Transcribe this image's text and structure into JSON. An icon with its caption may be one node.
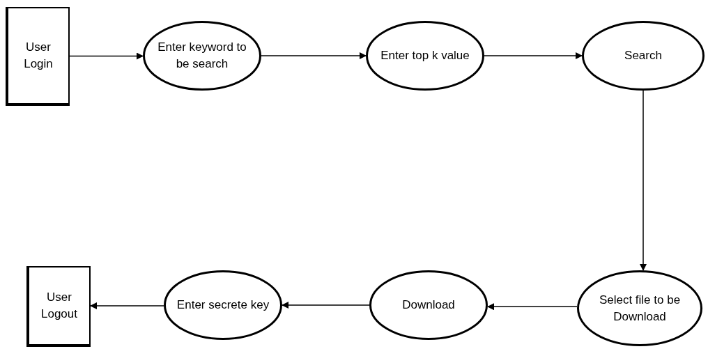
{
  "diagram": {
    "nodes": [
      {
        "text": [
          "User Login"
        ]
      },
      {
        "text": [
          "Enter keyword to be search"
        ]
      },
      {
        "text": [
          "Enter top k value"
        ]
      },
      {
        "text": [
          "Search"
        ]
      },
      {
        "text": [
          "Select file to be Download"
        ]
      },
      {
        "text": [
          "Download"
        ]
      },
      {
        "text": [
          "Enter secrete key"
        ]
      },
      {
        "text": [
          "User Logout"
        ]
      }
    ],
    "edges": [
      {
        "from": 0,
        "to": 1,
        "arrow": "to"
      },
      {
        "from": 1,
        "to": 2,
        "arrow": "to"
      },
      {
        "from": 2,
        "to": 3,
        "arrow": "to"
      },
      {
        "from": 3,
        "to": 4,
        "arrow": "to"
      },
      {
        "from": 4,
        "to": 5,
        "arrow": "to"
      },
      {
        "from": 5,
        "to": 6,
        "arrow": "to"
      },
      {
        "from": 6,
        "to": 7,
        "arrow": "to"
      }
    ]
  }
}
